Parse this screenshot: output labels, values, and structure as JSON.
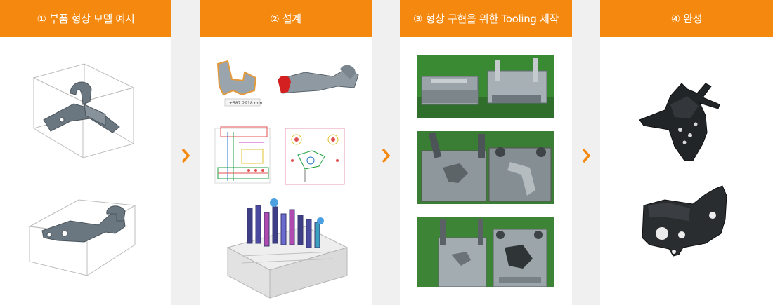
{
  "colors": {
    "accent": "#f5890f",
    "panel_bg": "#ffffff",
    "page_bg": "#f0f0f0"
  },
  "steps": [
    {
      "label": "① 부품 형상 모델 예시"
    },
    {
      "label": "② 설계"
    },
    {
      "label": "③ 형상 구현을 위한 Tooling 제작"
    },
    {
      "label": "④ 완성"
    }
  ],
  "design": {
    "measurement": "+587.2918 mm"
  },
  "icons": {
    "next": "chevron-right-icon"
  }
}
